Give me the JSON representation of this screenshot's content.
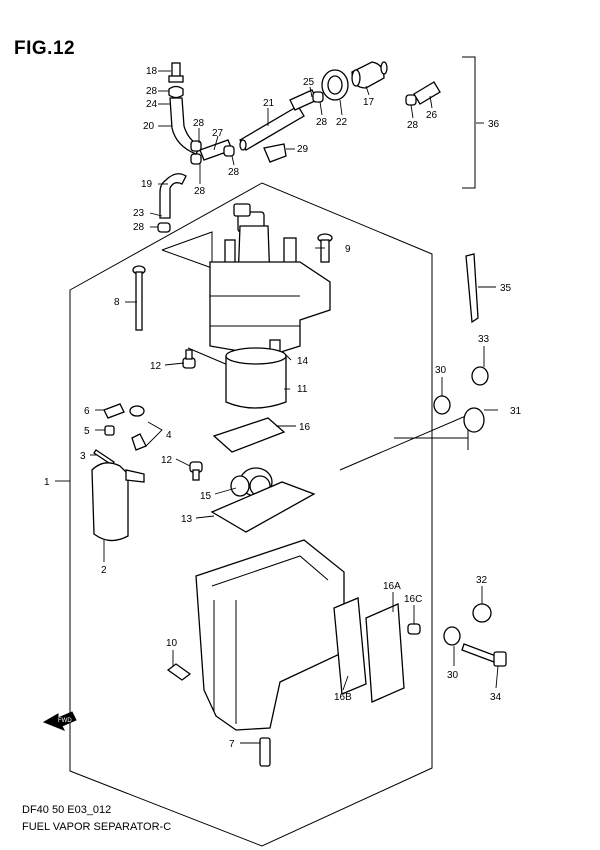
{
  "figure": {
    "title": "FIG.12",
    "footer_code": "DF40 50 E03_012",
    "footer_title": "FUEL VAPOR SEPARATOR-C",
    "fwd_label": "FWD"
  },
  "callouts": [
    {
      "id": "c1",
      "text": "1"
    },
    {
      "id": "c2",
      "text": "2"
    },
    {
      "id": "c3",
      "text": "3"
    },
    {
      "id": "c4",
      "text": "4"
    },
    {
      "id": "c5",
      "text": "5"
    },
    {
      "id": "c6",
      "text": "6"
    },
    {
      "id": "c7",
      "text": "7"
    },
    {
      "id": "c8",
      "text": "8"
    },
    {
      "id": "c9",
      "text": "9"
    },
    {
      "id": "c10",
      "text": "10"
    },
    {
      "id": "c11",
      "text": "11"
    },
    {
      "id": "c12a",
      "text": "12"
    },
    {
      "id": "c12b",
      "text": "12"
    },
    {
      "id": "c13",
      "text": "13"
    },
    {
      "id": "c14",
      "text": "14"
    },
    {
      "id": "c15",
      "text": "15"
    },
    {
      "id": "c16",
      "text": "16"
    },
    {
      "id": "c16a",
      "text": "16A"
    },
    {
      "id": "c16b",
      "text": "16B"
    },
    {
      "id": "c16c",
      "text": "16C"
    },
    {
      "id": "c17",
      "text": "17"
    },
    {
      "id": "c18",
      "text": "18"
    },
    {
      "id": "c19",
      "text": "19"
    },
    {
      "id": "c20",
      "text": "20"
    },
    {
      "id": "c21",
      "text": "21"
    },
    {
      "id": "c22",
      "text": "22"
    },
    {
      "id": "c23",
      "text": "23"
    },
    {
      "id": "c24",
      "text": "24"
    },
    {
      "id": "c25",
      "text": "25"
    },
    {
      "id": "c26",
      "text": "26"
    },
    {
      "id": "c27",
      "text": "27"
    },
    {
      "id": "c28a",
      "text": "28"
    },
    {
      "id": "c28b",
      "text": "28"
    },
    {
      "id": "c28c",
      "text": "28"
    },
    {
      "id": "c28d",
      "text": "28"
    },
    {
      "id": "c28e",
      "text": "28"
    },
    {
      "id": "c28f",
      "text": "28"
    },
    {
      "id": "c28g",
      "text": "28"
    },
    {
      "id": "c28h",
      "text": "28"
    },
    {
      "id": "c29",
      "text": "29"
    },
    {
      "id": "c30a",
      "text": "30"
    },
    {
      "id": "c30b",
      "text": "30"
    },
    {
      "id": "c31",
      "text": "31"
    },
    {
      "id": "c32",
      "text": "32"
    },
    {
      "id": "c33",
      "text": "33"
    },
    {
      "id": "c34",
      "text": "34"
    },
    {
      "id": "c35",
      "text": "35"
    },
    {
      "id": "c36",
      "text": "36"
    }
  ]
}
